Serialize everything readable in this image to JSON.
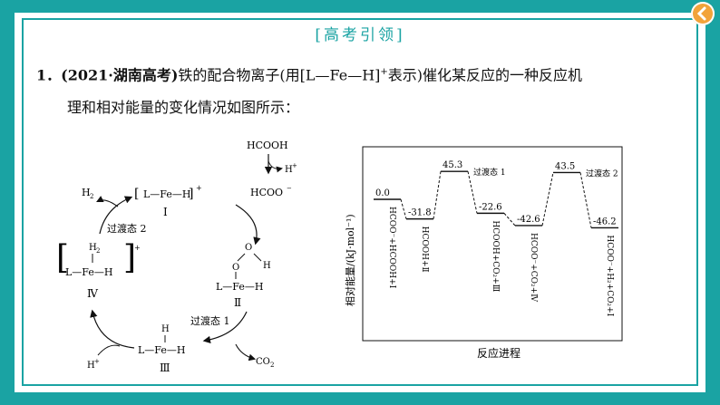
{
  "header": {
    "title": "[高考引领]"
  },
  "question": {
    "number": "1．",
    "source": "(2021·湖南高考)",
    "line1_a": "铁的配合物离子(用[L—Fe—H]",
    "line1_sup": "+",
    "line1_b": "表示)催化某反应的一种反应机",
    "line2": "理和相对能量的变化情况如图所示："
  },
  "cycle": {
    "hcooh": "HCOOH",
    "hplus_top": "H",
    "hcoo": "HCOO",
    "species1": "L—Fe—H",
    "roman1": "Ⅰ",
    "h2": "H",
    "ts2": "过渡态 2",
    "species4_h2": "H",
    "species4": "L—Fe—H",
    "roman4": "Ⅳ",
    "species2_top": "O",
    "species2_mid_o": "O",
    "species2_h": "H",
    "species2": "L—Fe—H",
    "roman2": "Ⅱ",
    "ts1": "过渡态 1",
    "species3_h": "H",
    "species3": "L—Fe—H",
    "roman3": "Ⅲ",
    "co2": "CO",
    "hplus_bottom": "H"
  },
  "chart_data": {
    "type": "line",
    "ylabel": "相对能量/(kJ·mol⁻¹)",
    "xlabel": "反应进程",
    "levels": [
      {
        "value": 0.0,
        "label": "0.0",
        "species": "HCOO⁻+HCOOH+Ⅰ"
      },
      {
        "value": -31.8,
        "label": "-31.8",
        "species": "HCOOH+Ⅱ"
      },
      {
        "value": 45.3,
        "label": "45.3",
        "species": "过渡态 1"
      },
      {
        "value": -22.6,
        "label": "-22.6",
        "species": "HCOOH+CO₂+Ⅲ"
      },
      {
        "value": -42.6,
        "label": "-42.6",
        "species": "HCOO⁻+CO₂+Ⅳ"
      },
      {
        "value": 43.5,
        "label": "43.5",
        "species": "过渡态 2"
      },
      {
        "value": -46.2,
        "label": "-46.2",
        "species": "HCOO⁻+H₂+CO₂+Ⅰ"
      }
    ]
  }
}
